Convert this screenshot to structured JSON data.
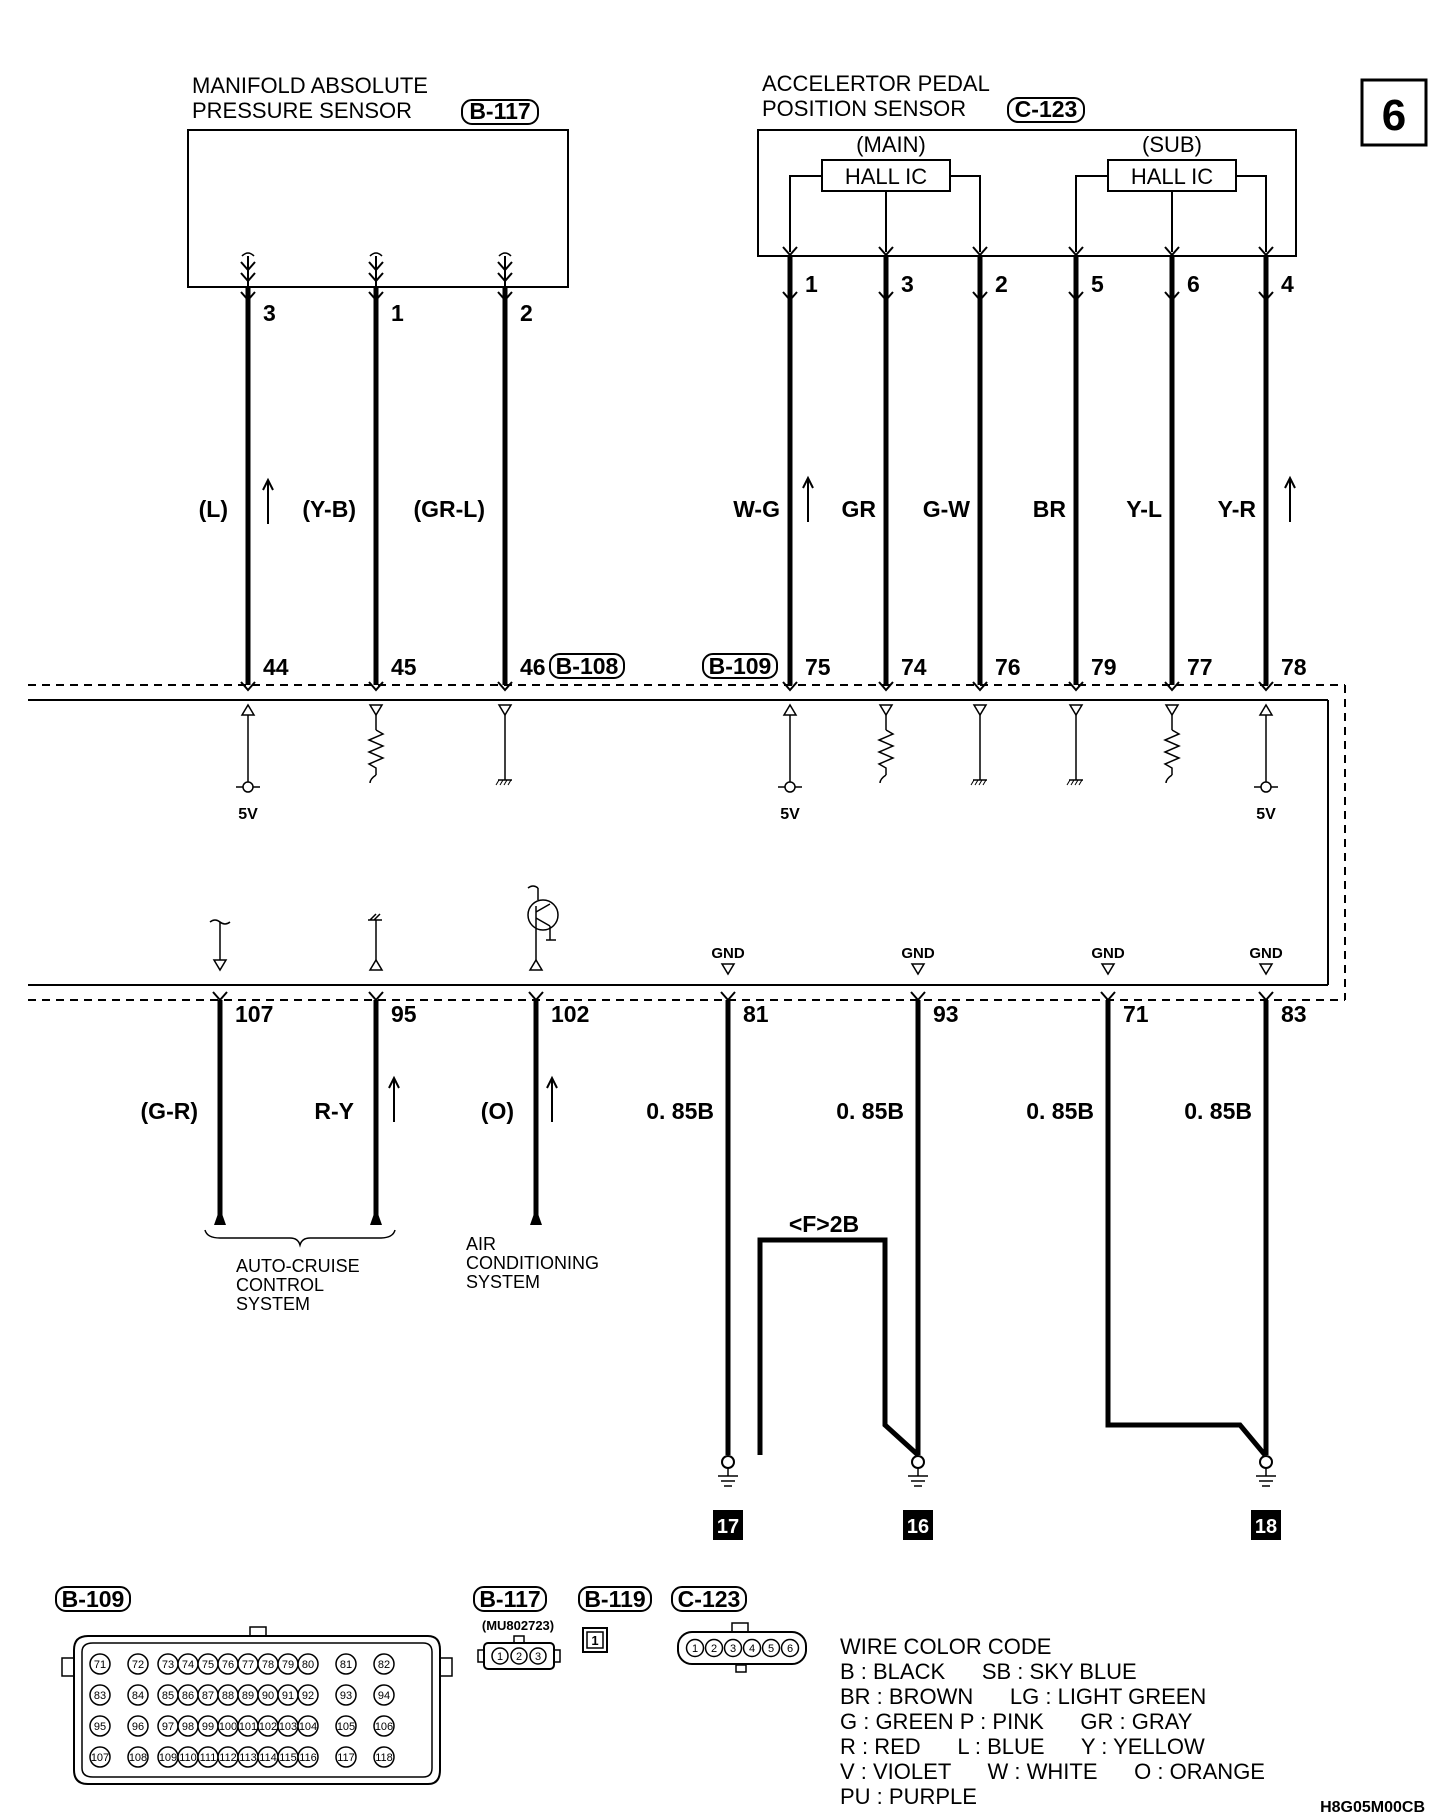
{
  "page_number": "6",
  "map_sensor": {
    "title1": "MANIFOLD ABSOLUTE",
    "title2": "PRESSURE SENSOR",
    "connector": "B-117"
  },
  "app_sensor": {
    "title1": "ACCELERTOR PEDAL",
    "title2": "POSITION SENSOR",
    "connector": "C-123",
    "main_label": "(MAIN)",
    "sub_label": "(SUB)",
    "hall_main": "HALL IC",
    "hall_sub": "HALL IC"
  },
  "top_wires": [
    {
      "pin": "3",
      "color": "(L)",
      "ecu_pin": "44"
    },
    {
      "pin": "1",
      "color": "(Y-B)",
      "ecu_pin": "45"
    },
    {
      "pin": "2",
      "color": "(GR-L)",
      "ecu_pin": "46"
    },
    {
      "pin": "1",
      "color": "W-G",
      "ecu_pin": "75"
    },
    {
      "pin": "3",
      "color": "GR",
      "ecu_pin": "74"
    },
    {
      "pin": "2",
      "color": "G-W",
      "ecu_pin": "76"
    },
    {
      "pin": "5",
      "color": "BR",
      "ecu_pin": "79"
    },
    {
      "pin": "6",
      "color": "Y-L",
      "ecu_pin": "77"
    },
    {
      "pin": "4",
      "color": "Y-R",
      "ecu_pin": "78"
    }
  ],
  "ecu_connectors": {
    "left": "B-108",
    "right": "B-109"
  },
  "voltage": "5V",
  "gnd": "GND",
  "bottom_wires": [
    {
      "ecu_pin": "107",
      "color": "(G-R)"
    },
    {
      "ecu_pin": "95",
      "color": "R-Y"
    },
    {
      "ecu_pin": "102",
      "color": "(O)"
    },
    {
      "ecu_pin": "81",
      "color": "0. 85B"
    },
    {
      "ecu_pin": "93",
      "color": "0. 85B"
    },
    {
      "ecu_pin": "71",
      "color": "0. 85B"
    },
    {
      "ecu_pin": "83",
      "color": "0. 85B"
    }
  ],
  "splice": "<F>2B",
  "systems": {
    "cruise": [
      "AUTO-CRUISE",
      "CONTROL",
      "SYSTEM"
    ],
    "aircon": [
      "AIR",
      "CONDITIONING",
      "SYSTEM"
    ]
  },
  "ground_points": [
    "17",
    "16",
    "18"
  ],
  "connector_views": {
    "b109": "B-109",
    "b117": "B-117",
    "b117_part": "(MU802723)",
    "b119": "B-119",
    "b119_pin": "1",
    "c123": "C-123",
    "b109_rows": [
      [
        "71",
        "72",
        "73",
        "74",
        "75",
        "76",
        "77",
        "78",
        "79",
        "80",
        "81",
        "82"
      ],
      [
        "83",
        "84",
        "85",
        "86",
        "87",
        "88",
        "89",
        "90",
        "91",
        "92",
        "93",
        "94"
      ],
      [
        "95",
        "96",
        "97",
        "98",
        "99",
        "100",
        "101",
        "102",
        "103",
        "104",
        "105",
        "106"
      ],
      [
        "107",
        "108",
        "109",
        "110",
        "111",
        "112",
        "113",
        "114",
        "115",
        "116",
        "117",
        "118"
      ]
    ],
    "b117_pins": [
      "1",
      "2",
      "3"
    ],
    "c123_pins": [
      "1",
      "2",
      "3",
      "4",
      "5",
      "6"
    ]
  },
  "wire_color_code": {
    "title": "WIRE COLOR CODE",
    "lines": [
      "B : BLACK      SB : SKY BLUE",
      "BR : BROWN      LG : LIGHT GREEN",
      "G : GREEN P : PINK      GR : GRAY",
      "R : RED      L : BLUE      Y : YELLOW",
      "V : VIOLET      W : WHITE      O : ORANGE",
      "PU : PURPLE"
    ]
  },
  "figure_code": "H8G05M00CB"
}
